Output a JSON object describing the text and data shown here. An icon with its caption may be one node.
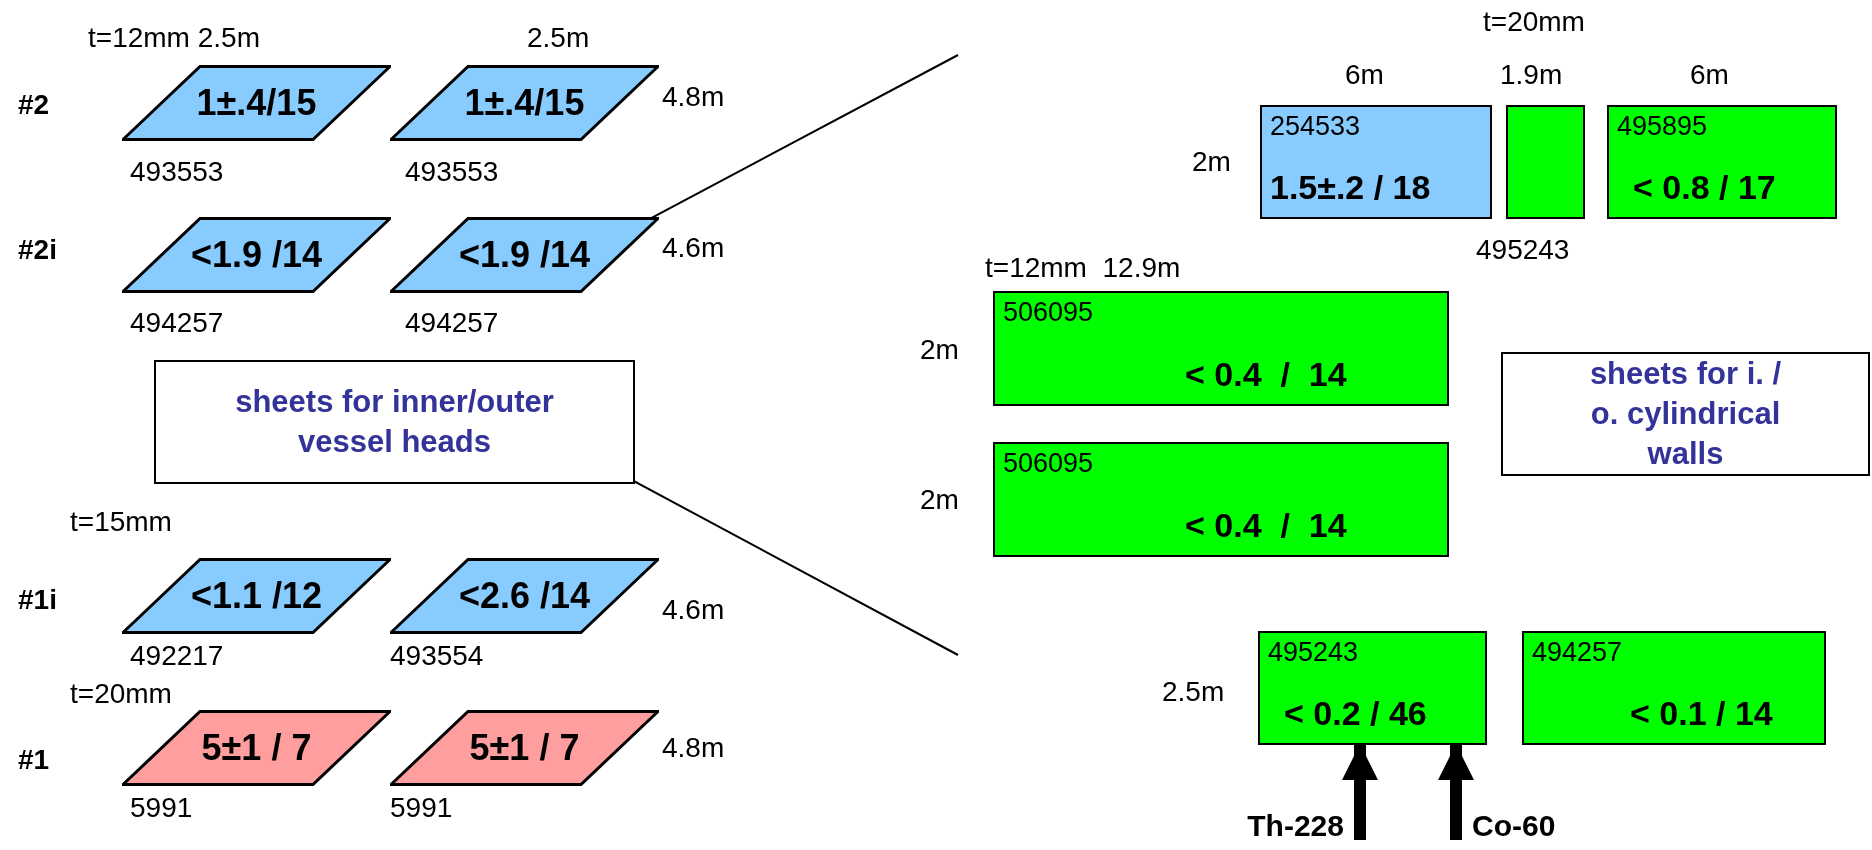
{
  "diagram": {
    "nodes": [
      {
        "text": [
          "1±.4/15"
        ],
        "beside": [
          "493553"
        ]
      },
      {
        "text": [
          "1±.4/15"
        ],
        "beside": [
          "493553"
        ]
      },
      {
        "text": [
          "<1.9 /14"
        ],
        "beside": [
          "494257"
        ]
      },
      {
        "text": [
          "<1.9 /14"
        ],
        "beside": [
          "494257"
        ]
      },
      {
        "text": [
          "sheets for inner/outer vessel heads"
        ]
      },
      {
        "text": [
          "<1.1 /12"
        ],
        "beside": [
          "492217"
        ]
      },
      {
        "text": [
          "<2.6 /14"
        ],
        "beside": [
          "493554"
        ]
      },
      {
        "text": [
          "5±1 / 7"
        ],
        "beside": [
          "5991"
        ]
      },
      {
        "text": [
          "5±1 / 7"
        ],
        "beside": [
          "5991"
        ]
      },
      {
        "text": [
          "254533",
          "1.5±.2 / 18"
        ]
      },
      {
        "text": [],
        "shape": "box",
        "beside": [
          "495243"
        ]
      },
      {
        "text": [
          "495895",
          "< 0.8 / 17"
        ]
      },
      {
        "text": [
          "506095",
          "< 0.4  /  14"
        ]
      },
      {
        "text": [
          "506095",
          "< 0.4  /  14"
        ]
      },
      {
        "text": [
          "sheets for i. / o. cylindrical walls"
        ]
      },
      {
        "text": [
          "495243",
          "< 0.2 / 46"
        ]
      },
      {
        "text": [
          "494257",
          "< 0.1 / 14"
        ]
      }
    ],
    "edges": [
      {
        "from": null,
        "to": 15,
        "arrow": "to",
        "label": "Th-228"
      },
      {
        "from": null,
        "to": 15,
        "arrow": "to",
        "label": "Co-60"
      }
    ],
    "labels": [
      "t=12mm 2.5m",
      "2.5m",
      "t=20mm",
      "6m",
      "1.9m",
      "6m",
      "#2",
      "4.8m",
      "2m",
      "#2i",
      "4.6m",
      "t=12mm  12.9m",
      "2m",
      "2m",
      "t=15mm",
      "#1i",
      "4.6m",
      "t=20mm",
      "2.5m",
      "#1",
      "4.8m"
    ]
  }
}
